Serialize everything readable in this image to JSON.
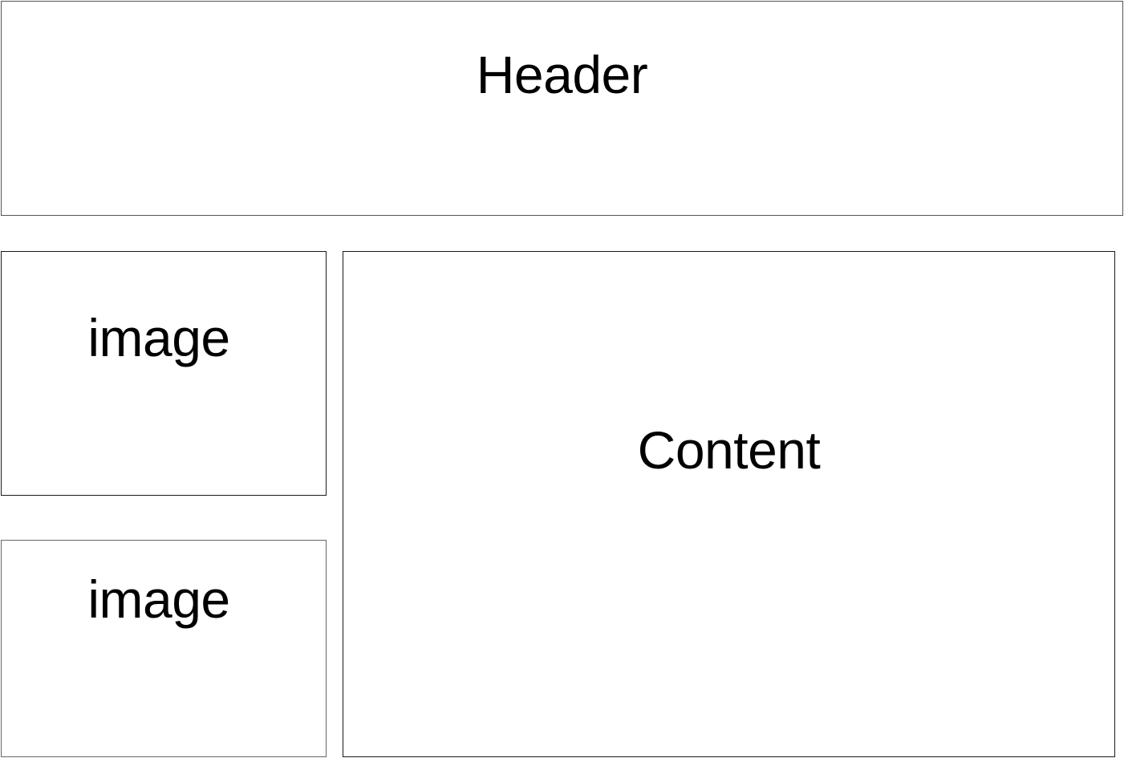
{
  "header": {
    "label": "Header"
  },
  "sidebar": {
    "images": [
      {
        "label": "image"
      },
      {
        "label": "image"
      }
    ]
  },
  "main": {
    "content_label": "Content"
  },
  "colors": {
    "background": "#ffffff",
    "border": "#1a1a1a",
    "text": "#000000"
  }
}
